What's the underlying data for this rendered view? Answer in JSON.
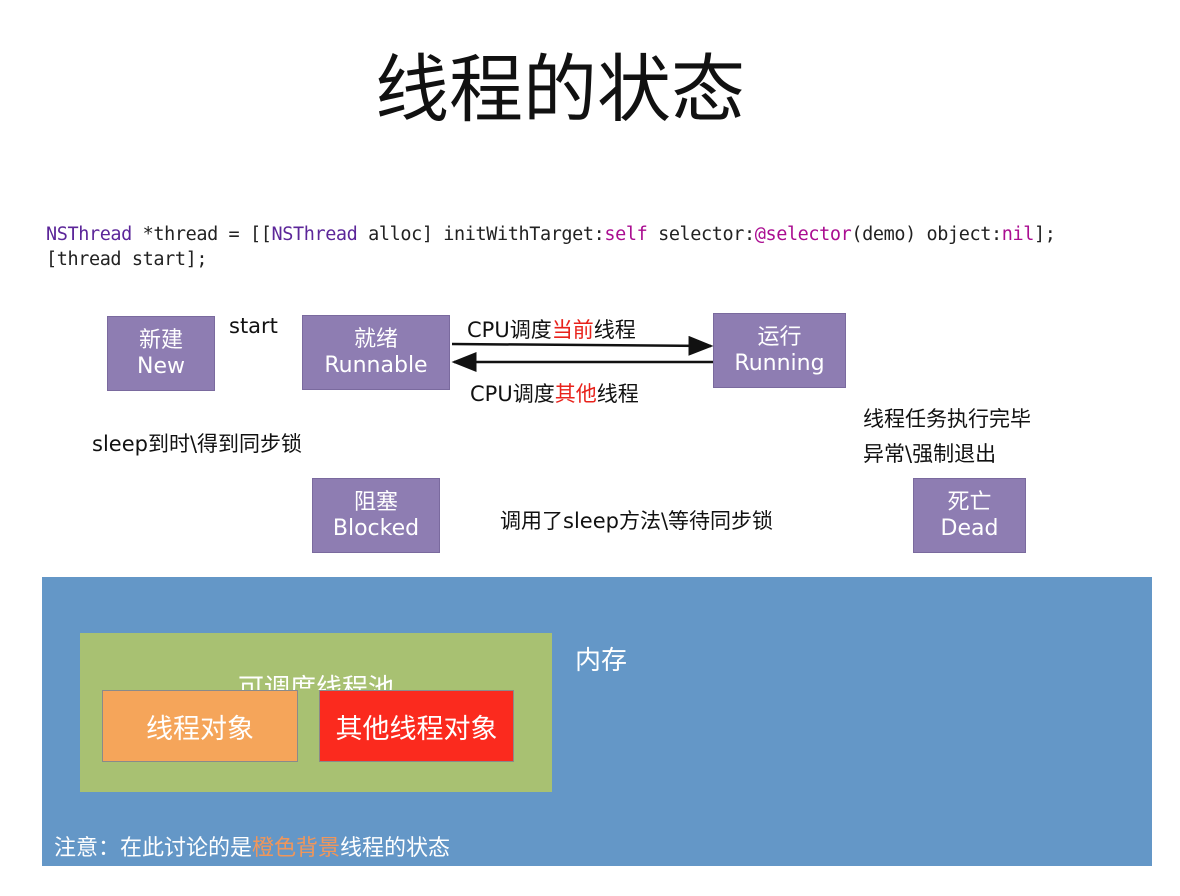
{
  "title": "线程的状态",
  "code": {
    "line1": {
      "t1": "NSThread",
      "t2": " *thread = [[",
      "t3": "NSThread",
      "t4": " alloc] initWithTarget:",
      "t5": "self",
      "t6": " selector:",
      "t7": "@selector",
      "t8": "(demo) object:",
      "t9": "nil",
      "t10": "];"
    },
    "line2": "[thread start];"
  },
  "states": {
    "new": {
      "zh": "新建",
      "en": "New"
    },
    "runnable": {
      "zh": "就绪",
      "en": "Runnable"
    },
    "running": {
      "zh": "运行",
      "en": "Running"
    },
    "blocked": {
      "zh": "阻塞",
      "en": "Blocked"
    },
    "dead": {
      "zh": "死亡",
      "en": "Dead"
    }
  },
  "transitions": {
    "start": "start",
    "schedule_current": {
      "a": "CPU调度",
      "b": "当前",
      "c": "线程"
    },
    "schedule_other": {
      "a": "CPU调度",
      "b": "其他",
      "c": "线程"
    },
    "wake": "sleep到时\\得到同步锁",
    "block": "调用了sleep方法\\等待同步锁",
    "finish1": "线程任务执行完毕",
    "finish2": "异常\\强制退出"
  },
  "memory": {
    "label": "内存",
    "pool": "可调度线程池",
    "obj": "线程对象",
    "other_obj": "其他线程对象",
    "note": {
      "a": "注意：在此讨论的是",
      "b": "橙色背景",
      "c": "线程的状态"
    }
  },
  "colors": {
    "state": "#8e7db2",
    "memory": "#6497c7",
    "pool": "#a8c172",
    "obj": "#f5a55a",
    "other": "#fb2a1e"
  }
}
